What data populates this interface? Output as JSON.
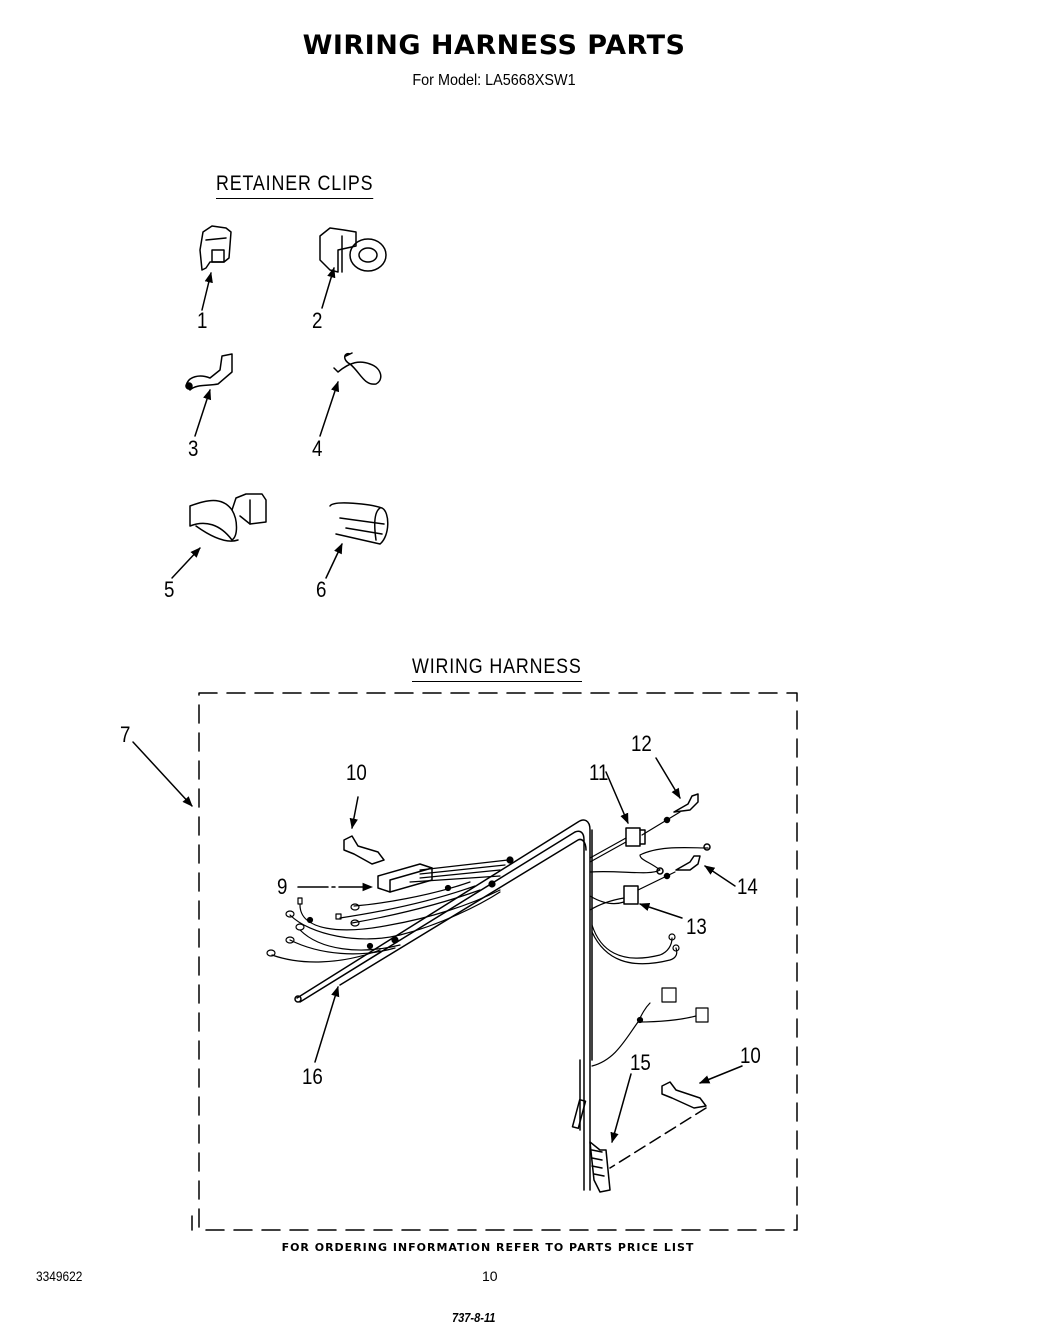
{
  "header": {
    "title": "WIRING HARNESS PARTS",
    "subtitle": "For Model: LA5668XSW1"
  },
  "sections": {
    "retainer_clips": {
      "heading": "RETAINER CLIPS",
      "items": [
        {
          "number": "1",
          "part": "clip-1"
        },
        {
          "number": "2",
          "part": "clip-2"
        },
        {
          "number": "3",
          "part": "clip-3"
        },
        {
          "number": "4",
          "part": "clip-4"
        },
        {
          "number": "5",
          "part": "clip-5"
        },
        {
          "number": "6",
          "part": "clip-6"
        }
      ]
    },
    "wiring_harness": {
      "heading": "WIRING HARNESS",
      "callouts": [
        {
          "number": "7",
          "target": "harness-assembly"
        },
        {
          "number": "10",
          "target": "terminal-upper"
        },
        {
          "number": "9",
          "target": "connector-block"
        },
        {
          "number": "11",
          "target": "connector-upper"
        },
        {
          "number": "12",
          "target": "terminal-upper-right"
        },
        {
          "number": "14",
          "target": "terminal-right"
        },
        {
          "number": "13",
          "target": "connector-lower"
        },
        {
          "number": "16",
          "target": "sleeve"
        },
        {
          "number": "10",
          "target": "terminal-lower"
        },
        {
          "number": "15",
          "target": "multi-connector"
        }
      ]
    }
  },
  "footer": {
    "note": "FOR ORDERING INFORMATION REFER TO PARTS PRICE LIST",
    "document_number": "3349622",
    "page_number": "10",
    "handwritten": "737-8-11"
  }
}
